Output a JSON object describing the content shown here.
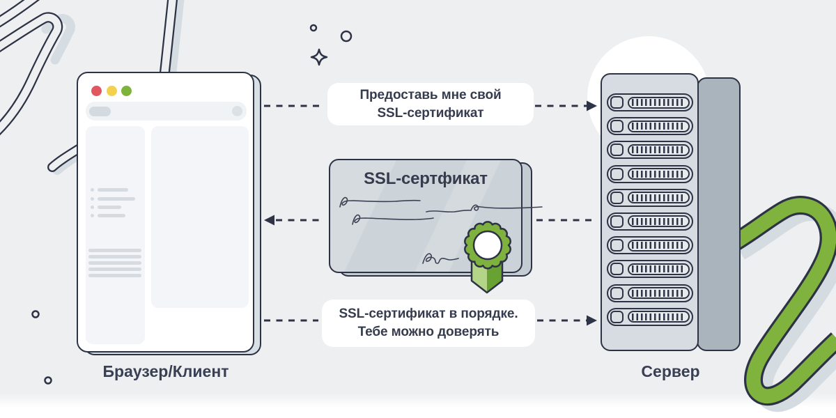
{
  "diagram": {
    "browser_label": "Браузер/Клиент",
    "server_label": "Сервер",
    "certificate_title": "SSL-сертфикат",
    "messages": {
      "top": {
        "line1": "Предоставь мне свой",
        "line2": "SSL-сертификат"
      },
      "bottom": {
        "line1": "SSL-сертификат в порядке.",
        "line2": "Тебе можно доверять"
      }
    },
    "colors": {
      "background": "#edeff1",
      "outline": "#2d3345",
      "shadow": "#d6dde2",
      "cable_green": "#7fb33d",
      "rosette_green": "#7eb13e",
      "ribbon_left": "#b4d488",
      "ribbon_right": "#68a233",
      "traffic_red": "#e15660",
      "traffic_yellow": "#f3d14e",
      "traffic_green": "#7fb43c"
    }
  }
}
